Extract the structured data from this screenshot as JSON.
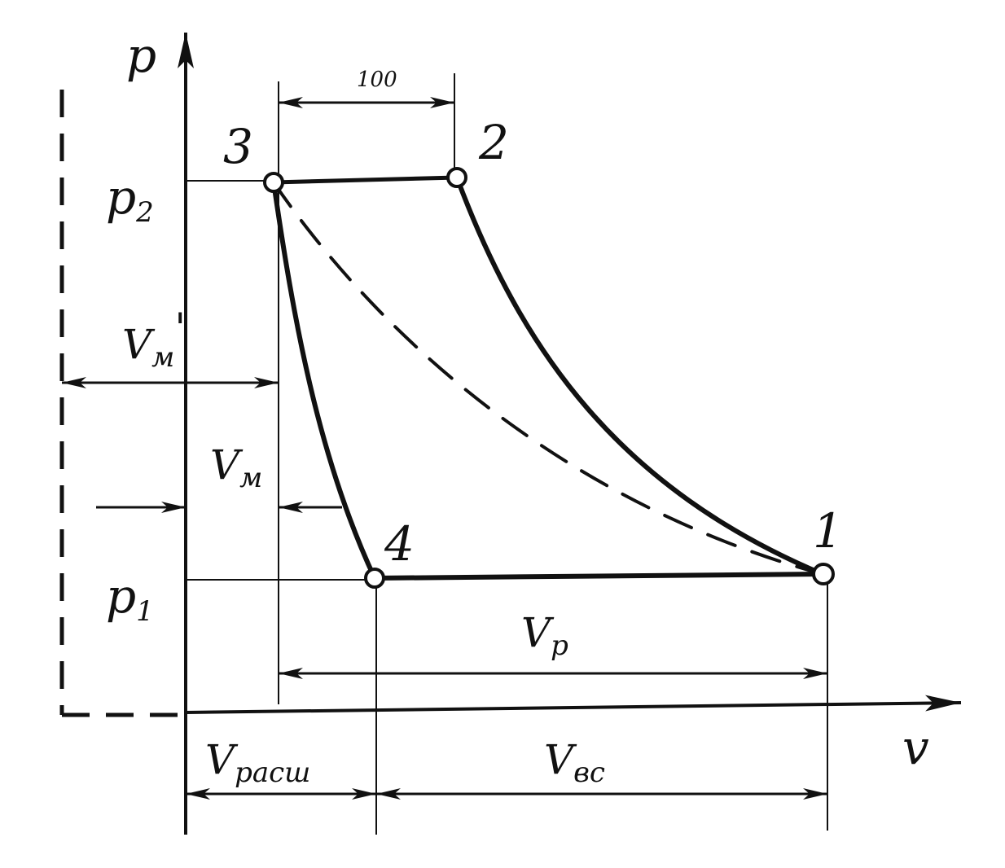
{
  "axes": {
    "y_label": "p",
    "x_label": "v"
  },
  "pressure_labels": {
    "p2": {
      "base": "p",
      "sub": "2"
    },
    "p1": {
      "base": "p",
      "sub": "1"
    }
  },
  "points": {
    "p1": "1",
    "p2": "2",
    "p3": "3",
    "p4": "4"
  },
  "dimensions": {
    "top": "100",
    "vm_prime": {
      "base": "V",
      "sub": "м",
      "prime": "'"
    },
    "vm": {
      "base": "V",
      "sub": "м"
    },
    "vp": {
      "base": "V",
      "sub": "p"
    },
    "vrash": {
      "base": "V",
      "sub": "расш"
    },
    "vvs": {
      "base": "V",
      "sub": "вс"
    }
  },
  "colors": {
    "ink": "#111111",
    "paper": "#ffffff"
  }
}
